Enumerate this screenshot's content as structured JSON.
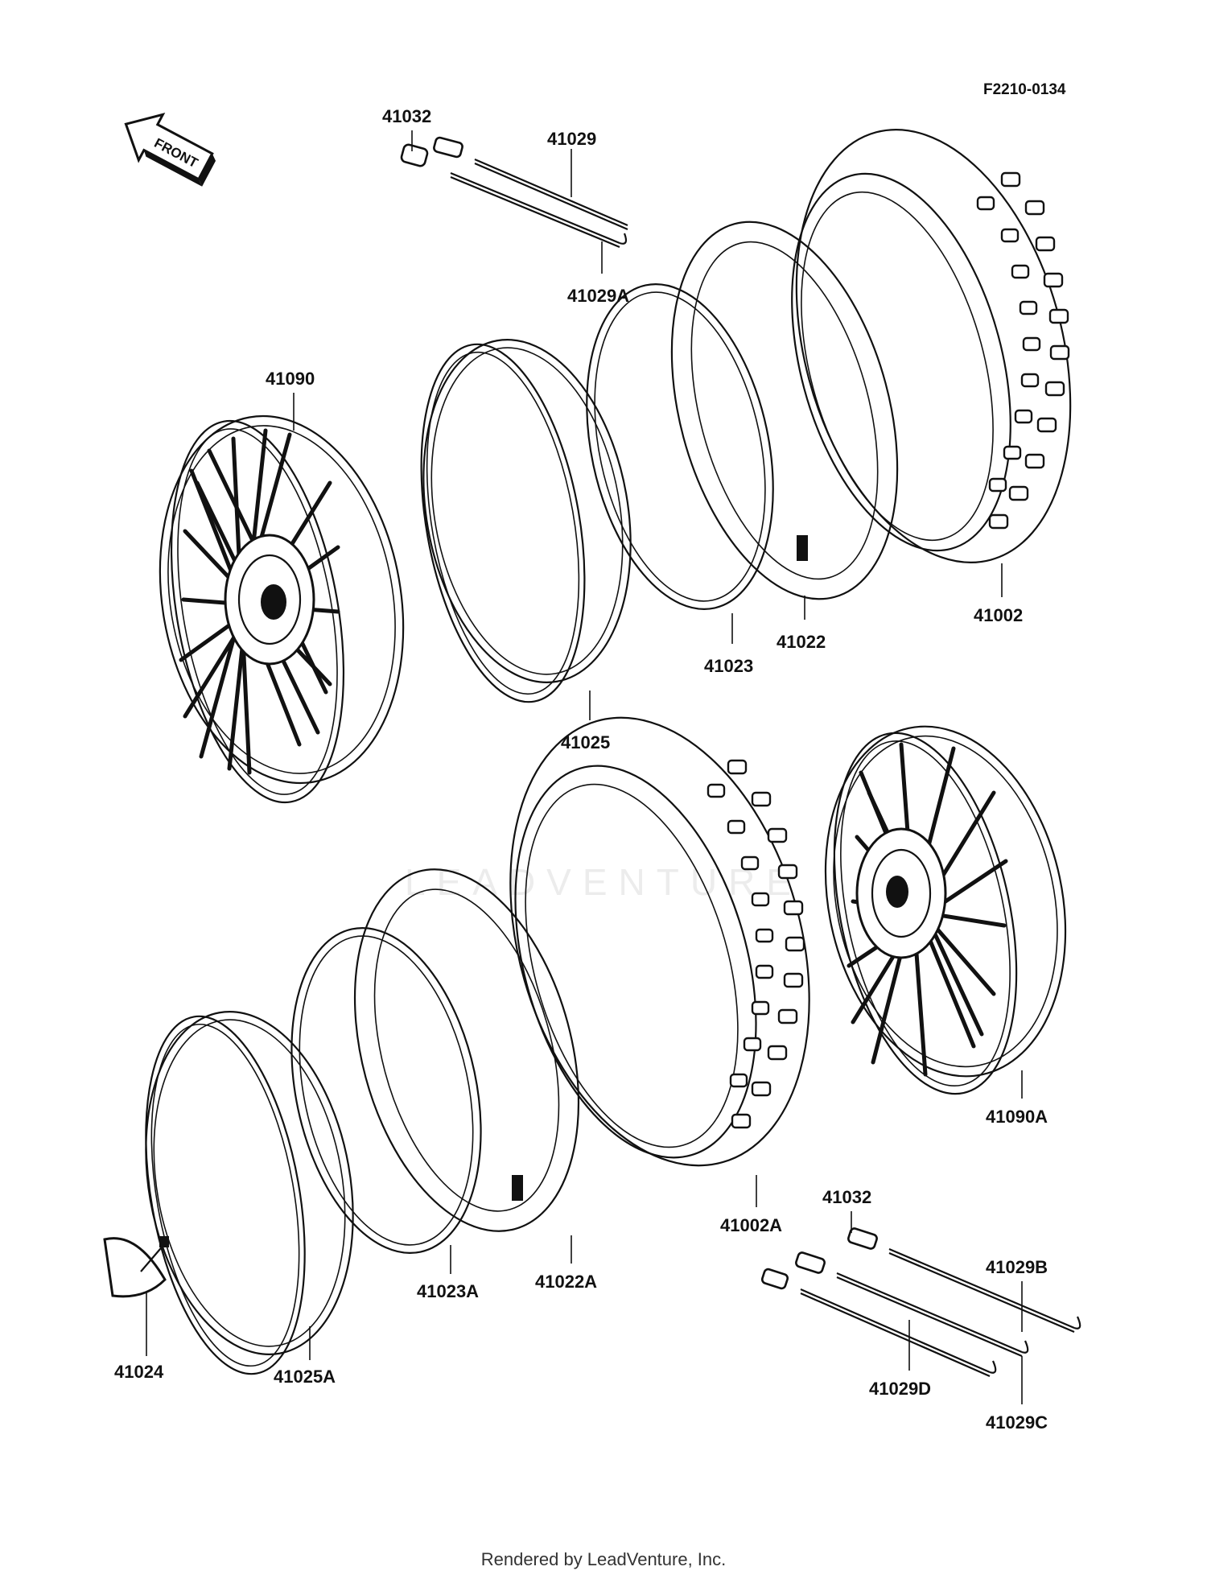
{
  "figure_code": "F2210-0134",
  "front_label": "FRONT",
  "footer": "Rendered by LeadVenture, Inc.",
  "watermark": "LEADVENTURE",
  "callouts": {
    "p41032_top": "41032",
    "p41029": "41029",
    "p41029A": "41029A",
    "p41090": "41090",
    "p41025": "41025",
    "p41023": "41023",
    "p41022": "41022",
    "p41002": "41002",
    "p41090A": "41090A",
    "p41002A": "41002A",
    "p41032_bottom": "41032",
    "p41029B": "41029B",
    "p41029D": "41029D",
    "p41029C": "41029C",
    "p41022A": "41022A",
    "p41023A": "41023A",
    "p41025A": "41025A",
    "p41024": "41024"
  }
}
